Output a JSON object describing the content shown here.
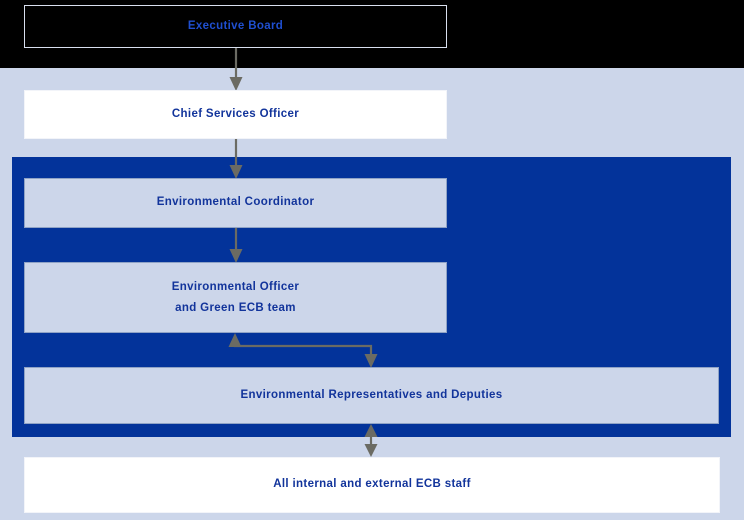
{
  "diagram": {
    "title": "ECB environmental management organisational structure",
    "colors": {
      "background": "#ccd6ea",
      "top_band": "#000000",
      "department_panel": "#03339a",
      "node_text": "#12349b",
      "exec_text": "#1f4fd0",
      "white_node": "#ffffff",
      "light_node": "#ccd6ea",
      "connector": "#6b6b63"
    },
    "nodes": [
      {
        "id": "executive-board",
        "label": "Executive Board",
        "lines": [
          "Executive Board"
        ],
        "fill": "black"
      },
      {
        "id": "chief-services-officer",
        "label": "Chief Services Officer",
        "lines": [
          "Chief Services Officer"
        ],
        "fill": "white"
      },
      {
        "id": "environmental-coordinator",
        "label": "Environmental Coordinator",
        "lines": [
          "Environmental Coordinator"
        ],
        "fill": "light-blue"
      },
      {
        "id": "environmental-officer",
        "label": "Environmental Officer and Green ECB team",
        "lines": [
          "Environmental Officer",
          "and Green ECB team"
        ],
        "fill": "light-blue"
      },
      {
        "id": "environmental-representatives",
        "label": "Environmental Representatives and Deputies",
        "lines": [
          "Environmental Representatives and Deputies"
        ],
        "fill": "light-blue"
      },
      {
        "id": "all-ecb-staff",
        "label": "All internal and external ECB staff",
        "lines": [
          "All internal and external ECB staff"
        ],
        "fill": "white"
      }
    ],
    "connectors": [
      {
        "id": "exec-to-cso",
        "from": "executive-board",
        "to": "chief-services-officer",
        "style": "single-arrow-down"
      },
      {
        "id": "cso-to-coordinator",
        "from": "chief-services-officer",
        "to": "environmental-coordinator",
        "style": "single-arrow-down"
      },
      {
        "id": "coordinator-to-officer",
        "from": "environmental-coordinator",
        "to": "environmental-officer",
        "style": "single-arrow-down"
      },
      {
        "id": "officer-reps-loop",
        "from": "environmental-representatives",
        "to": "environmental-officer",
        "style": "z-shaped-double-arrow"
      },
      {
        "id": "reps-to-staff",
        "from": "environmental-representatives",
        "to": "all-ecb-staff",
        "style": "double-headed-vertical-arrow"
      }
    ]
  }
}
